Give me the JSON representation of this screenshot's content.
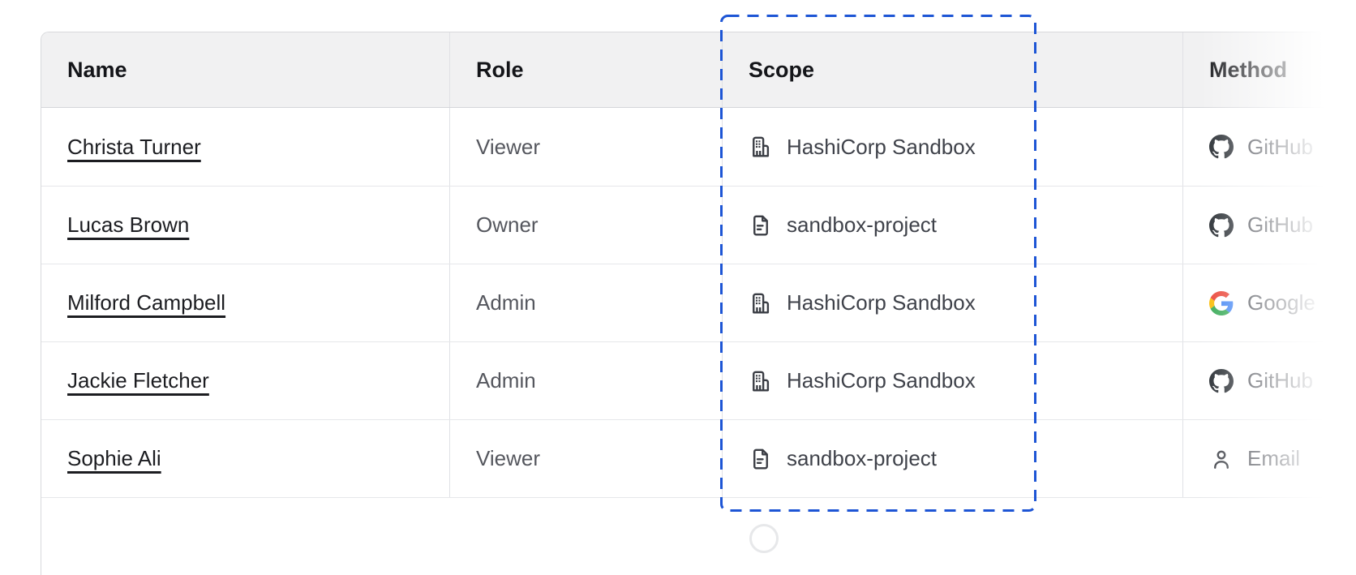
{
  "table": {
    "columns": [
      {
        "label": "Name"
      },
      {
        "label": "Role"
      },
      {
        "label": "Scope"
      },
      {
        "label": "Method"
      }
    ],
    "rows": [
      {
        "name": "Christa Turner",
        "role": "Viewer",
        "scope": {
          "icon": "org",
          "label": "HashiCorp Sandbox"
        },
        "method": {
          "icon": "github",
          "label": "GitHub"
        }
      },
      {
        "name": "Lucas Brown",
        "role": "Owner",
        "scope": {
          "icon": "project",
          "label": "sandbox-project"
        },
        "method": {
          "icon": "github",
          "label": "GitHub"
        }
      },
      {
        "name": "Milford Campbell",
        "role": "Admin",
        "scope": {
          "icon": "org",
          "label": "HashiCorp Sandbox"
        },
        "method": {
          "icon": "google",
          "label": "Google"
        }
      },
      {
        "name": "Jackie Fletcher",
        "role": "Admin",
        "scope": {
          "icon": "org",
          "label": "HashiCorp Sandbox"
        },
        "method": {
          "icon": "github",
          "label": "GitHub"
        }
      },
      {
        "name": "Sophie Ali",
        "role": "Viewer",
        "scope": {
          "icon": "project",
          "label": "sandbox-project"
        },
        "method": {
          "icon": "person",
          "label": "Email"
        }
      }
    ]
  },
  "overlay": {
    "highlighted_column": "Scope",
    "color": "#1d55d5"
  }
}
